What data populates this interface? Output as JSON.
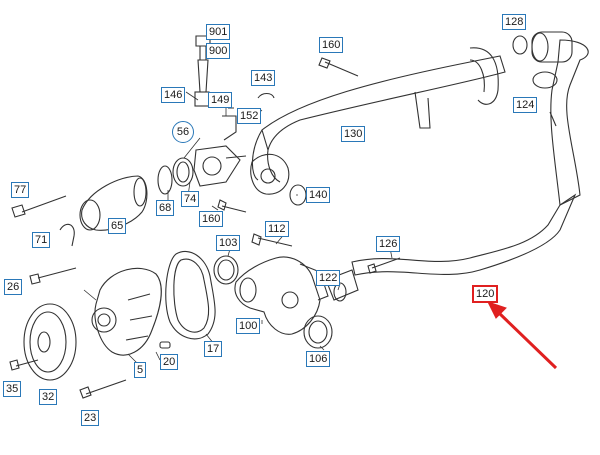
{
  "diagram": {
    "highlight_color": "#e02020",
    "label_border_color": "#2a78b8",
    "part_labels": [
      {
        "id": "901",
        "text": "901"
      },
      {
        "id": "900",
        "text": "900"
      },
      {
        "id": "146",
        "text": "146"
      },
      {
        "id": "149",
        "text": "149"
      },
      {
        "id": "143",
        "text": "143"
      },
      {
        "id": "152",
        "text": "152"
      },
      {
        "id": "160a",
        "text": "160"
      },
      {
        "id": "128",
        "text": "128"
      },
      {
        "id": "124",
        "text": "124"
      },
      {
        "id": "130",
        "text": "130"
      },
      {
        "id": "56",
        "text": "56"
      },
      {
        "id": "77",
        "text": "77"
      },
      {
        "id": "68",
        "text": "68"
      },
      {
        "id": "74",
        "text": "74"
      },
      {
        "id": "160b",
        "text": "160"
      },
      {
        "id": "140",
        "text": "140"
      },
      {
        "id": "65",
        "text": "65"
      },
      {
        "id": "71",
        "text": "71"
      },
      {
        "id": "103",
        "text": "103"
      },
      {
        "id": "112",
        "text": "112"
      },
      {
        "id": "126",
        "text": "126"
      },
      {
        "id": "122",
        "text": "122"
      },
      {
        "id": "120",
        "text": "120"
      },
      {
        "id": "26",
        "text": "26"
      },
      {
        "id": "100",
        "text": "100"
      },
      {
        "id": "17",
        "text": "17"
      },
      {
        "id": "20",
        "text": "20"
      },
      {
        "id": "5",
        "text": "5"
      },
      {
        "id": "106",
        "text": "106"
      },
      {
        "id": "35",
        "text": "35"
      },
      {
        "id": "32",
        "text": "32"
      },
      {
        "id": "23",
        "text": "23"
      }
    ]
  }
}
